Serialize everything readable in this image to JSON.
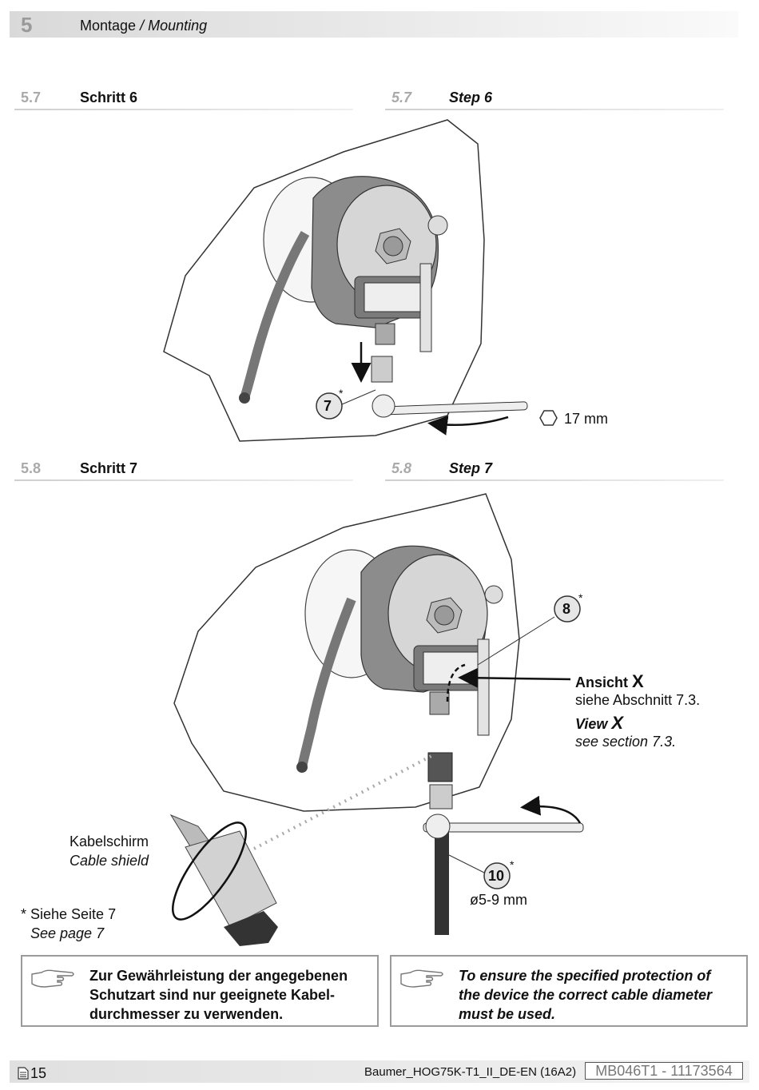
{
  "header": {
    "chapter_number": "5",
    "title_de": "Montage",
    "title_separator": " / ",
    "title_en": "Mounting"
  },
  "sections": {
    "s57_de": {
      "number": "5.7",
      "title": "Schritt 6"
    },
    "s57_en": {
      "number": "5.7",
      "title": "Step 6"
    },
    "s58_de": {
      "number": "5.8",
      "title": "Schritt 7"
    },
    "s58_en": {
      "number": "5.8",
      "title": "Step 7"
    }
  },
  "figure1": {
    "callout": "7",
    "callout_mark": "*",
    "wrench_size": "17 mm"
  },
  "figure2": {
    "callout_8": "8",
    "callout_8_mark": "*",
    "view_de_word": "Ansicht ",
    "view_letter": "X",
    "view_de_ref": "siehe Abschnitt 7.3.",
    "view_en_word": "View ",
    "view_en_ref": "see section 7.3.",
    "shield_de": "Kabelschirm",
    "shield_en": "Cable shield",
    "callout_10": "10",
    "callout_10_mark": "*",
    "cable_diameter": "ø5-9 mm",
    "footnote_de": "* Siehe Seite 7",
    "footnote_en": "See page 7"
  },
  "notes": {
    "de_line1": "Zur Gewährleistung der angegebenen",
    "de_line2": "Schutzart sind nur geeignete Kabel-",
    "de_line3": "durchmesser zu verwenden.",
    "en_line1": "To ensure the specified protection of",
    "en_line2": "the device the correct cable diameter",
    "en_line3": "must be used."
  },
  "footer": {
    "page_number": "15",
    "document_name": "Baumer_HOG75K-T1_II_DE-EN  (16A2)",
    "document_id": "MB046T1 - 11173564"
  },
  "icons": [
    "page-icon",
    "pointing-hand-icon",
    "hexagon-nut-icon",
    "arrow-icon"
  ],
  "colors": {
    "header_bar": "#d9d9d9",
    "section_number": "#aaaaaa",
    "housing": "#8c8c8c",
    "note_border": "#9a9a9a"
  }
}
